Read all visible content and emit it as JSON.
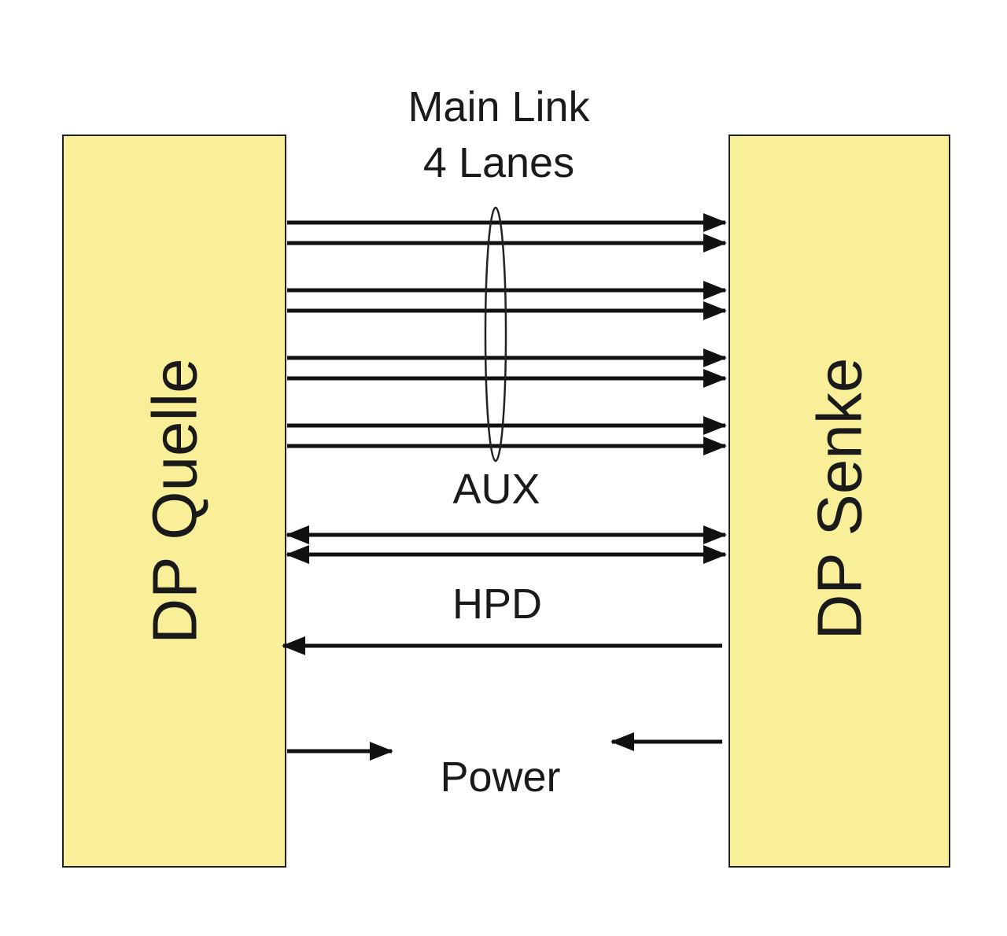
{
  "diagram": {
    "source_block": {
      "label": "DP Quelle"
    },
    "sink_block": {
      "label": "DP Senke"
    },
    "block_color": "#f9ef99",
    "signals": {
      "main_link": {
        "line1": "Main Link",
        "line2": "4 Lanes"
      },
      "aux": {
        "label": "AUX"
      },
      "hpd": {
        "label": "HPD"
      },
      "power": {
        "label": "Power"
      }
    }
  }
}
